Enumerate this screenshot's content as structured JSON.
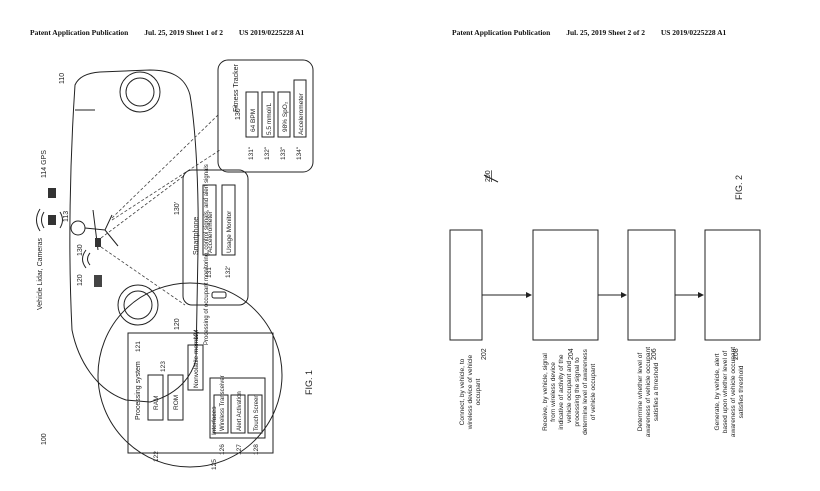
{
  "sheet1_header": {
    "title": "Patent Application Publication",
    "date_sheet": "Jul. 25, 2019   Sheet 1 of 2",
    "number": "US 2019/0225228 A1"
  },
  "sheet2_header": {
    "title": "Patent Application Publication",
    "date_sheet": "Jul. 25, 2019   Sheet 2 of 2",
    "number": "US 2019/0225228 A1"
  },
  "fig1": {
    "label": "FIG. 1",
    "ref_system": "100",
    "ref_vehicle": "110",
    "ref_gps": "114 GPS",
    "ref_113": "113",
    "ref_130": "130",
    "ref_120": "120",
    "ref_120b": "120",
    "vehicle_sensors": "Vehicle Lidar, Cameras",
    "smartphone": {
      "ref": "130'",
      "title": "Smartphone",
      "items": [
        "Accelerometer",
        "Usage Monitor"
      ],
      "refs": [
        "131'",
        "132'"
      ]
    },
    "tracker": {
      "ref": "130\"",
      "title": "Fitness Tracker",
      "items": [
        "64 BPM",
        "5.5 mmol/L",
        "98% SpO₂",
        "Accelerometer"
      ],
      "refs": [
        "131\"",
        "132\"",
        "133\"",
        "134\""
      ]
    },
    "processor": {
      "system": "Processing system",
      "ref_system": "121",
      "ram": "RAM",
      "ref_ram": "122",
      "rom": "ROM",
      "ref_rom": "123",
      "nv_memory": "Nonvolatile memory",
      "ref_nv": "124",
      "processing_text": "Processing of occupant monitoring, control signals, and alert signals",
      "interfaces": "Interfaces",
      "ref_interfaces": "125",
      "wireless": "Wireless Transceiver",
      "ref_wireless": "126",
      "alert": "Alert Activation",
      "ref_alert": "127",
      "touch": "Touch Screen",
      "ref_touch": "128"
    }
  },
  "fig2": {
    "label": "FIG. 2",
    "ref": "200",
    "steps": [
      {
        "ref": "202",
        "text": "Connect, by vehicle, to wireless device of vehicle occupant"
      },
      {
        "ref": "204",
        "text": "Receive, by vehicle, signal from wireless device indicative of activity of the vehicle occupant and processing the signal to determine level of awareness of vehicle occupant"
      },
      {
        "ref": "206",
        "text": "Determine whether level of awareness of vehicle occupant satisfies a threshold"
      },
      {
        "ref": "208",
        "text": "Generate, by vehicle, alert based upon whether level of awareness of vehicle occupant satisfies threshold"
      }
    ]
  }
}
